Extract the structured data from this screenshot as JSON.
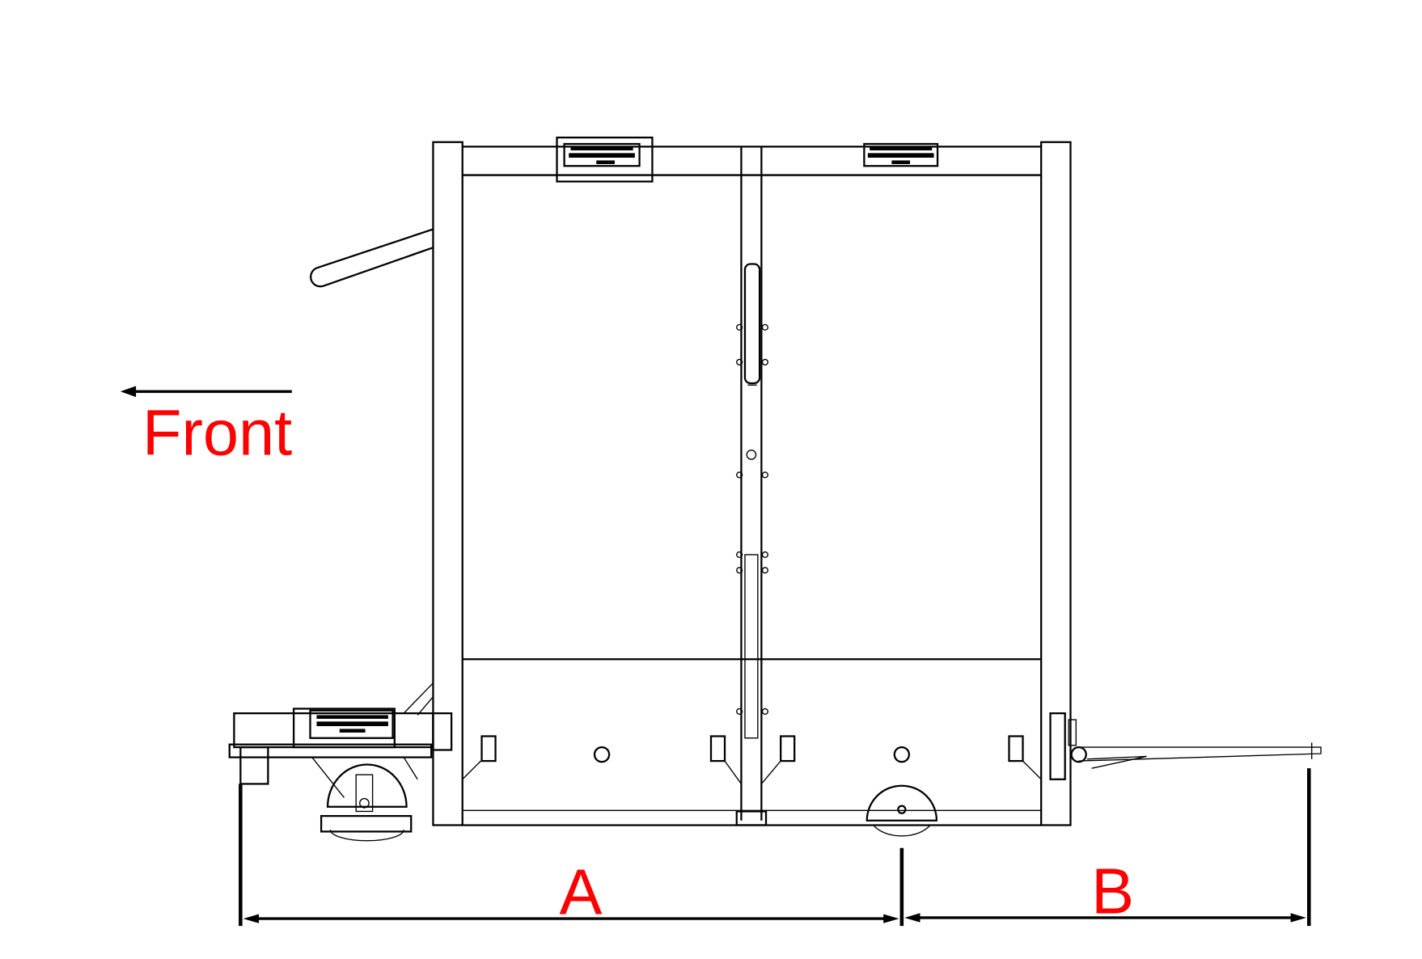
{
  "labels": {
    "front": "Front",
    "dim_a": "A",
    "dim_b": "B"
  },
  "colors": {
    "label": "#ff0000",
    "line": "#000000"
  }
}
